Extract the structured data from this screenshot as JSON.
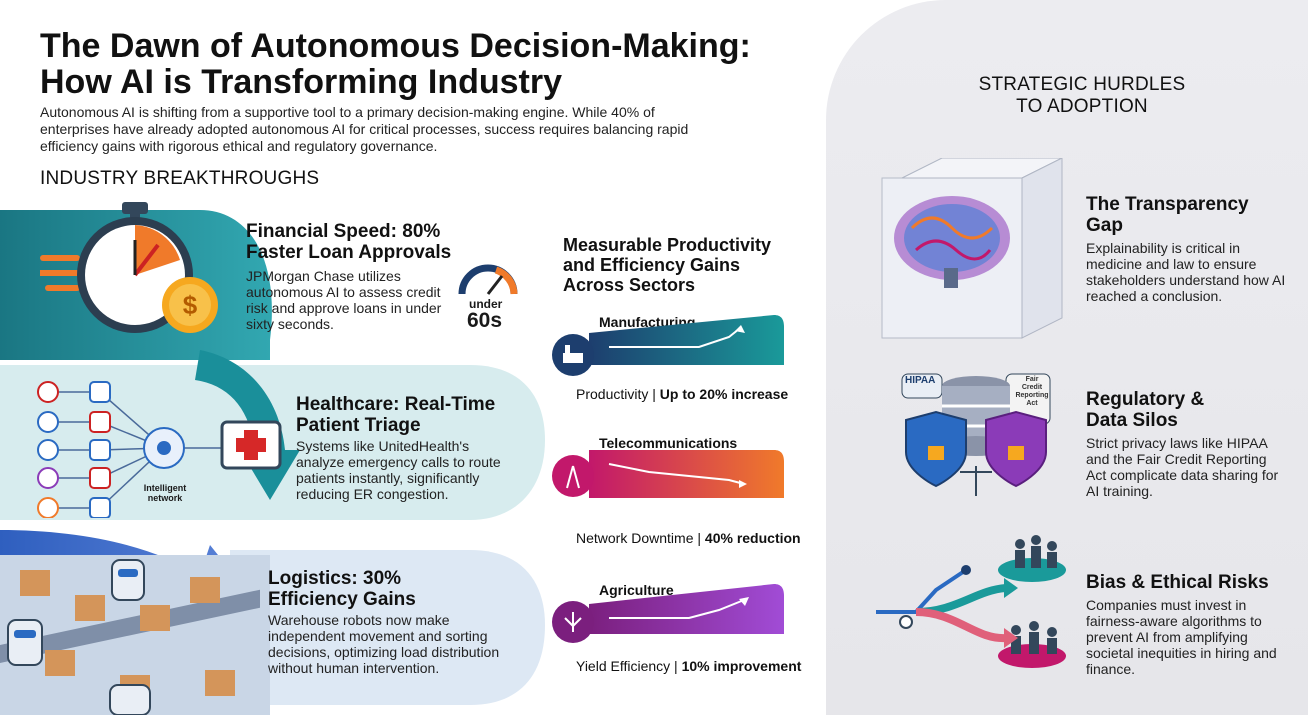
{
  "title_line1": "The Dawn of Autonomous Decision-Making:",
  "title_line2": "How AI is Transforming Industry",
  "intro": "Autonomous AI is shifting from a supportive tool to a primary decision-making engine. While 40% of enterprises have already adopted autonomous AI for critical processes, success requires balancing rapid efficiency gains with rigorous ethical and regulatory governance.",
  "industry_heading": "INDUSTRY BREAKTHROUGHS",
  "cards": [
    {
      "title_line1": "Financial Speed: 80%",
      "title_line2": "Faster Loan Approvals",
      "text": "JPMorgan Chase utilizes autonomous AI to assess credit risk and approve loans in under sixty seconds.",
      "gauge_small": "under",
      "gauge_big": "60s"
    },
    {
      "title_line1": "Healthcare: Real-Time",
      "title_line2": "Patient Triage",
      "text": "Systems like UnitedHealth's analyze emergency calls to route patients instantly, significantly reducing ER congestion.",
      "network_label_1": "Intelligent",
      "network_label_2": "network"
    },
    {
      "title_line1": "Logistics: 30%",
      "title_line2": "Efficiency Gains",
      "text": "Warehouse robots now make independent movement and sorting decisions, optimizing load distribution without human intervention."
    }
  ],
  "productivity_heading_1": "Measurable Productivity",
  "productivity_heading_2": "and Efficiency Gains",
  "productivity_heading_3": "Across Sectors",
  "sectors": [
    {
      "name": "Manufacturing",
      "metric_label": "Productivity",
      "metric_value": "Up to 20% increase",
      "color_start": "#1d3e6e",
      "color_end": "#1a9a9a"
    },
    {
      "name": "Telecommunications",
      "metric_label": "Network Downtime",
      "metric_value": "40% reduction",
      "color_start": "#c2186b",
      "color_end": "#f07a2a"
    },
    {
      "name": "Agriculture",
      "metric_label": "Yield Efficiency",
      "metric_value": "10% improvement",
      "color_start": "#7b1f7e",
      "color_end": "#a14cd6"
    }
  ],
  "hurdles_heading_1": "STRATEGIC HURDLES",
  "hurdles_heading_2": "TO ADOPTION",
  "hurdles": [
    {
      "title_line1": "The Transparency",
      "title_line2": "Gap",
      "text": "Explainability is critical in medicine and law to ensure stakeholders understand how AI reached a conclusion."
    },
    {
      "title_line1": "Regulatory &",
      "title_line2": "Data Silos",
      "text": "Strict privacy laws like HIPAA and the Fair Credit Reporting Act complicate data sharing for AI training.",
      "tag_hipaa": "HIPAA",
      "tag_fcra_1": "Fair",
      "tag_fcra_2": "Credit",
      "tag_fcra_3": "Reporting",
      "tag_fcra_4": "Act"
    },
    {
      "title_line1": "Bias & Ethical Risks",
      "title_line2": "",
      "text": "Companies must invest in fairness-aware algorithms to prevent AI from amplifying societal inequities in hiring and finance."
    }
  ],
  "colors": {
    "teal": "#1a8f9a",
    "navy": "#1d3e6e",
    "magenta": "#c2186b",
    "orange": "#f07a2a",
    "purple": "#8b3bb8",
    "light_teal": "#d8eef0",
    "light_blue": "#dbe6f3"
  }
}
